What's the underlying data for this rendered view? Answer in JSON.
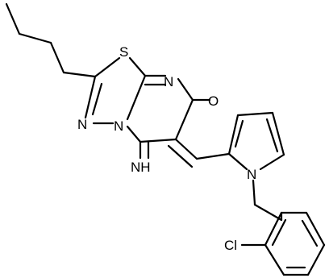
{
  "molecule": {
    "labels": {
      "sulfur": "S",
      "ring_nitrogen_top": "N",
      "ring_nitrogen_bridge": "N",
      "ring_nitrogen_thiadiazole": "N",
      "oxygen": "O",
      "imine": "NH",
      "pyrrole_nitrogen": "N",
      "chlorine": "Cl"
    },
    "colors": {
      "bond": "#000000",
      "label": "#000000",
      "background": "#ffffff"
    }
  }
}
